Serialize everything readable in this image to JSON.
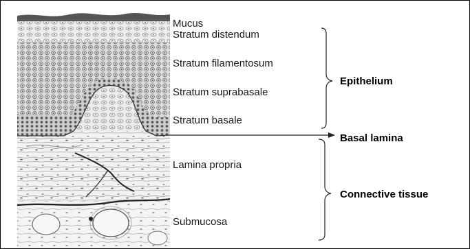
{
  "layer_labels": {
    "mucus": "Mucus",
    "stratum_distendum": "Stratum distendum",
    "stratum_filamentosum": "Stratum filamentosum",
    "stratum_suprabasale": "Stratum suprabasale",
    "stratum_basale": "Stratum basale",
    "lamina_propria": "Lamina propria",
    "submucosa": "Submucosa"
  },
  "group_labels": {
    "epithelium": "Epithelium",
    "basal_lamina": "Basal lamina",
    "connective_tissue": "Connective tissue"
  },
  "colors": {
    "ink": "#1a1a1a",
    "frame": "#000000",
    "background": "#ffffff"
  }
}
